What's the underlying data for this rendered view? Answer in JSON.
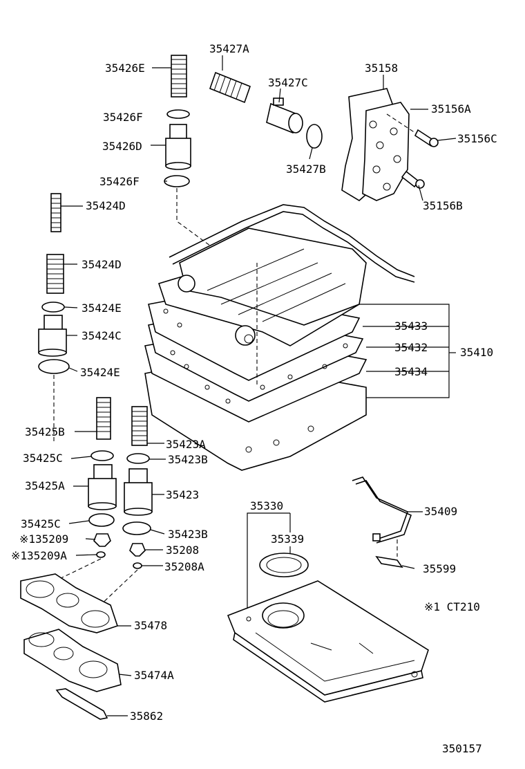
{
  "diagram_id": "350157",
  "note": "※1 CT210",
  "labels": {
    "p35427A": "35427A",
    "p35426E": "35426E",
    "p35427C": "35427C",
    "p35158": "35158",
    "p35426F_top": "35426F",
    "p35156A": "35156A",
    "p35426D": "35426D",
    "p35156C": "35156C",
    "p35427B": "35427B",
    "p35426F_bot": "35426F",
    "p35156B": "35156B",
    "p35424D_a": "35424D",
    "p35424D_b": "35424D",
    "p35424E_a": "35424E",
    "p35433": "35433",
    "p35424C": "35424C",
    "p35432": "35432",
    "p35410": "35410",
    "p35434": "35434",
    "p35424E_b": "35424E",
    "p35425B": "35425B",
    "p35423A": "35423A",
    "p35425C_a": "35425C",
    "p35423B_a": "35423B",
    "p35425A": "35425A",
    "p35423": "35423",
    "p35330": "35330",
    "p35409": "35409",
    "p35339": "35339",
    "p35425C_b": "35425C",
    "p35423B_b": "35423B",
    "p135209": "※135209",
    "p35208": "35208",
    "p135209A": "※135209A",
    "p35208A": "35208A",
    "p35599": "35599",
    "p35478": "35478",
    "p35474A": "35474A",
    "p35862": "35862"
  }
}
